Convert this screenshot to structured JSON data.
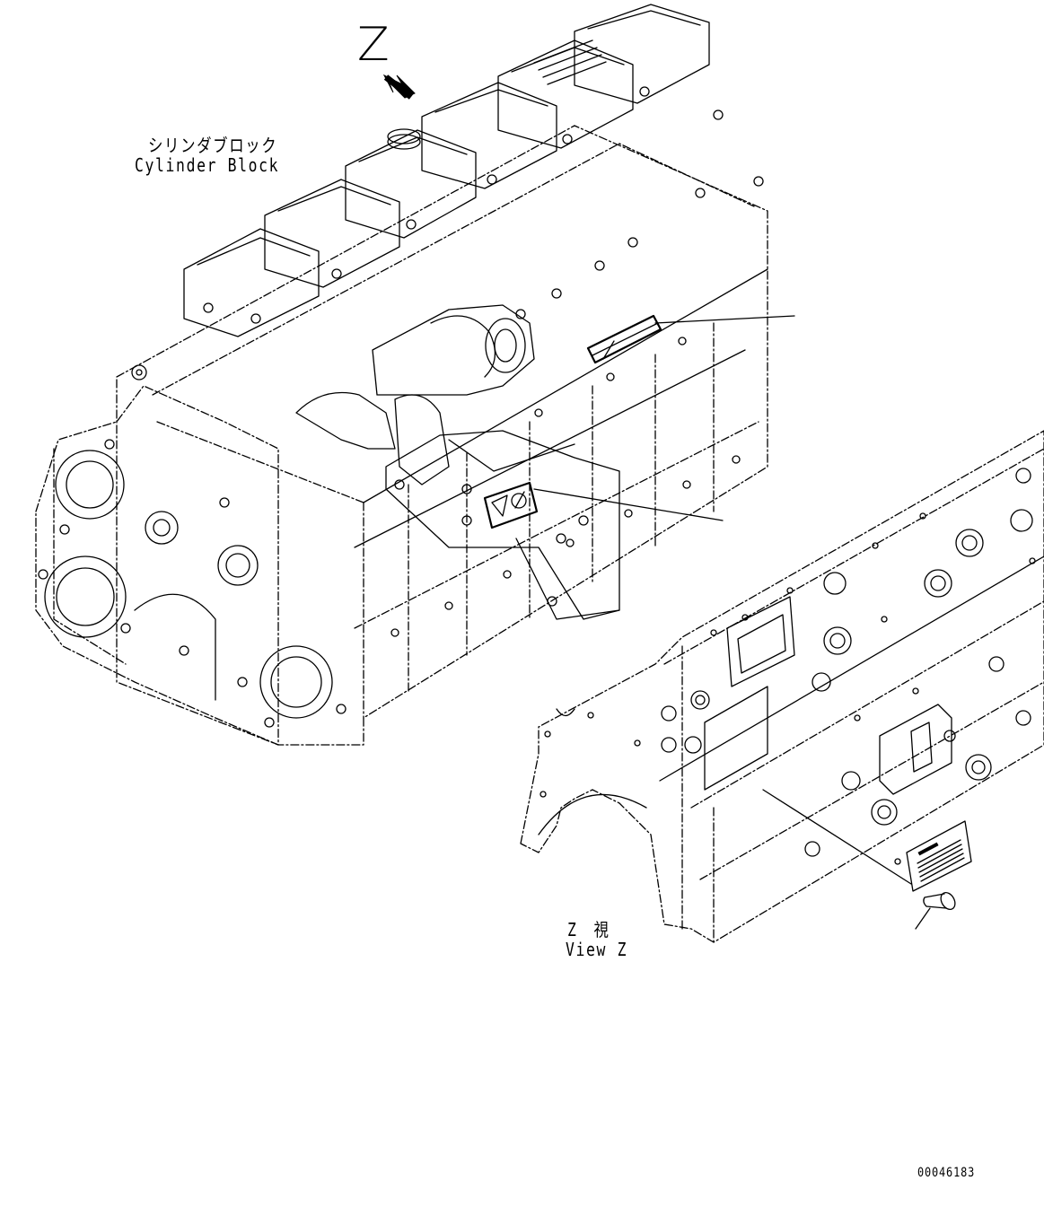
{
  "labels": {
    "view_arrow_letter": "Z",
    "cylinder_block_jp": "シリンダブロック",
    "cylinder_block_en": "Cylinder Block",
    "view_z_jp": "Z　視",
    "view_z_en": "View Z",
    "drawing_number": "00046183"
  }
}
